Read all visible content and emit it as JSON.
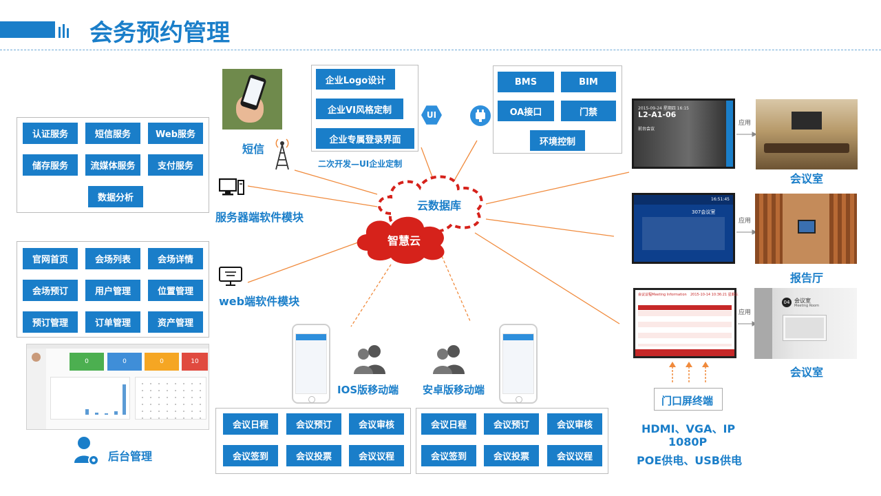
{
  "header": {
    "title": "会务预约管理",
    "accent_color": "#1a7ec9"
  },
  "services_panel": {
    "items": [
      "认证服务",
      "短信服务",
      "Web服务",
      "储存服务",
      "流媒体服务",
      "支付服务",
      "数据分析"
    ]
  },
  "web_panel": {
    "items": [
      "官网首页",
      "会场列表",
      "会场详情",
      "会场预订",
      "用户管理",
      "位置管理",
      "预订管理",
      "订单管理",
      "资产管理"
    ]
  },
  "ui_panel": {
    "items": [
      "企业Logo设计",
      "企业VI风格定制",
      "企业专属登录界面"
    ],
    "caption": "二次开发—UI企业定制"
  },
  "integration_panel": {
    "items": [
      "BMS",
      "BIM",
      "OA接口",
      "门禁",
      "环境控制"
    ]
  },
  "nodes": {
    "sms": "短信",
    "server": "服务器端软件模块",
    "web": "web端软件模块",
    "cloud_db": "云数据库",
    "smart_cloud": "智慧云",
    "ios": "IOS版移动端",
    "android": "安卓版移动端",
    "admin": "后台管理",
    "door_terminal": "门口屏终端"
  },
  "mobile_ios_panel": {
    "items": [
      "会议日程",
      "会议预订",
      "会议审核",
      "会议签到",
      "会议投票",
      "会议议程"
    ]
  },
  "mobile_android_panel": {
    "items": [
      "会议日程",
      "会议预订",
      "会议审核",
      "会议签到",
      "会议投票",
      "会议议程"
    ]
  },
  "rooms": [
    {
      "label": "会议室",
      "arrow": "应用"
    },
    {
      "label": "报告厅",
      "arrow": "应用"
    },
    {
      "label": "会议室",
      "arrow": "应用"
    }
  ],
  "screens": {
    "s1_date": "2015-09-24 星期四 16:15",
    "s1_room": "L2-A1-06",
    "s1_sub": "前台会议",
    "s2_room": "307会议室",
    "s2_time": "16:51:45",
    "s3_title": "会议议程Meeting Information",
    "s3_time": "2015-10-14 10:36:21 星期三",
    "room_plate_num": "04",
    "room_plate_cn": "会议室",
    "room_plate_en": "Meeting Room"
  },
  "admin_stats": [
    {
      "value": "0",
      "color": "#4caf50"
    },
    {
      "value": "0",
      "color": "#3f8ed8"
    },
    {
      "value": "0",
      "color": "#f5a623"
    },
    {
      "value": "10",
      "color": "#e04a3f"
    }
  ],
  "specs": {
    "line1": "HDMI、VGA、IP",
    "line2": "1080P",
    "line3": "POE供电、USB供电"
  }
}
